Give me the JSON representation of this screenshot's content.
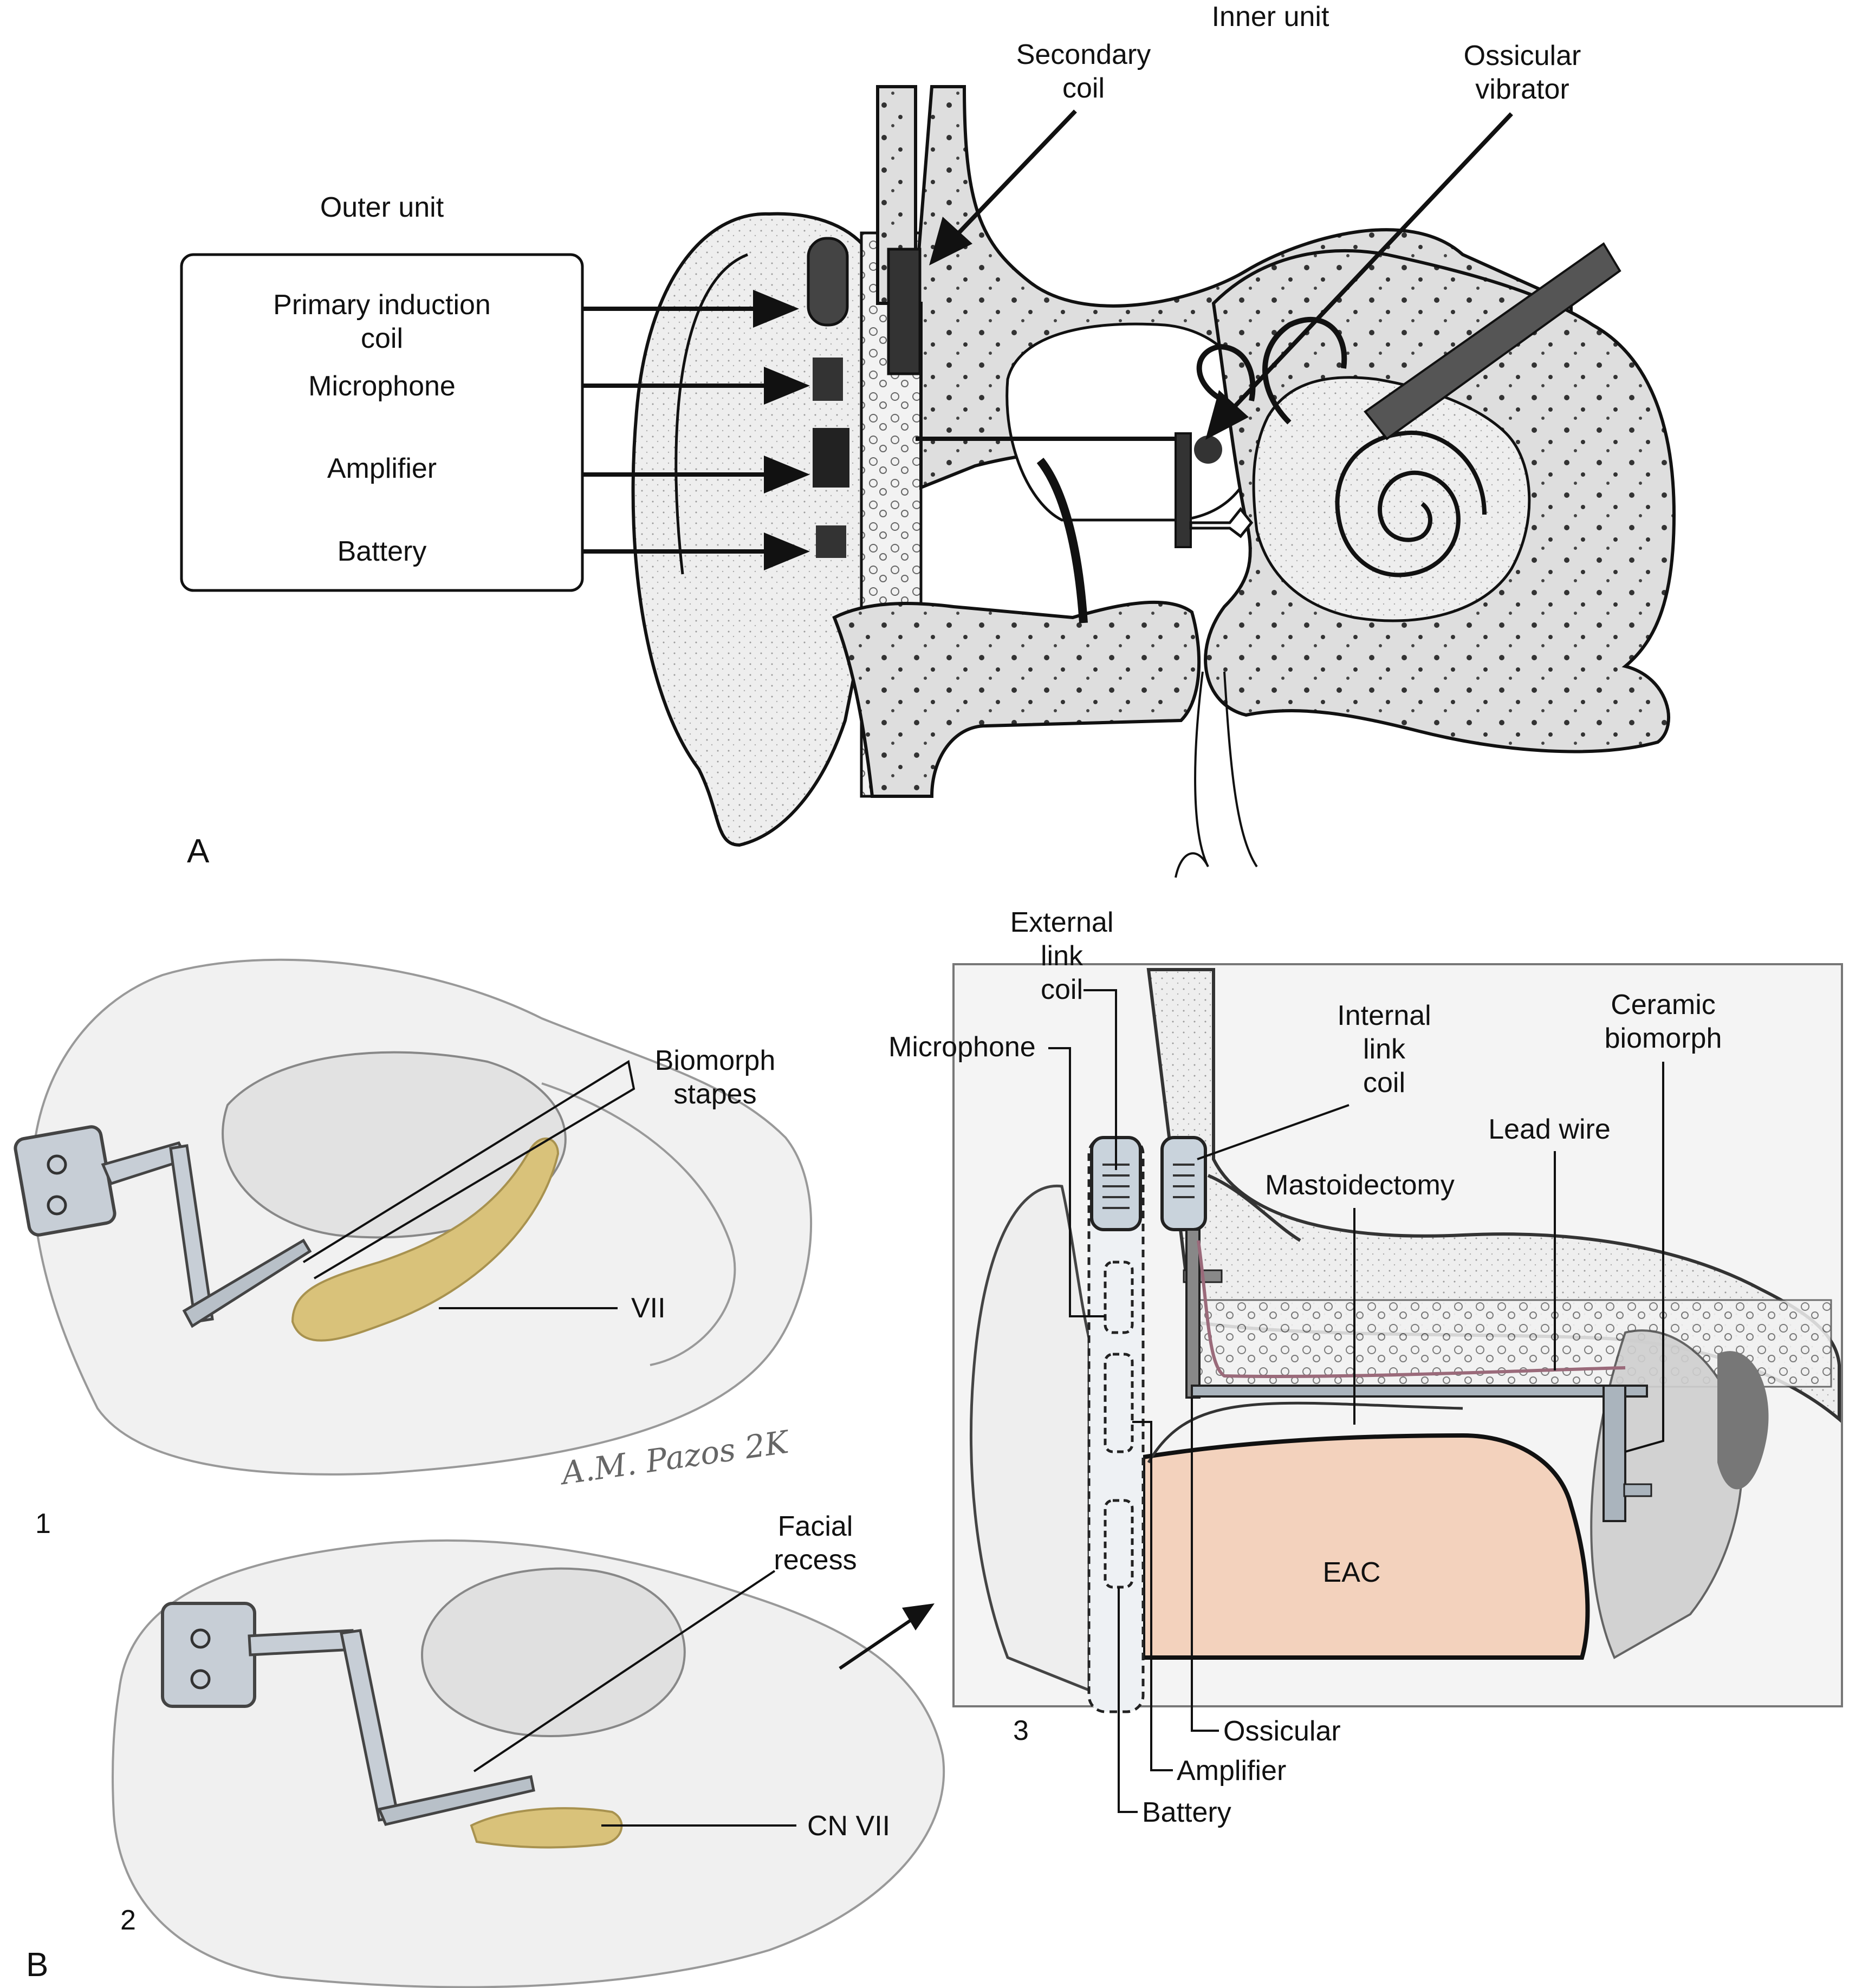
{
  "panel_a": {
    "panel_letter": "A",
    "outer_unit_title": "Outer unit",
    "outer_items": [
      "Primary induction",
      "coil",
      "Microphone",
      "Amplifier",
      "Battery"
    ],
    "inner_unit_title": "Inner unit",
    "secondary_coil": [
      "Secondary",
      "coil"
    ],
    "ossicular_vibrator": [
      "Ossicular",
      "vibrator"
    ]
  },
  "panel_b": {
    "panel_letter": "B",
    "sub1": {
      "number": "1",
      "biomorph_stapes": [
        "Biomorph",
        "stapes"
      ],
      "vii": "VII",
      "signature": "A.M. Pazos 2K"
    },
    "sub2": {
      "number": "2",
      "facial_recess": [
        "Facial",
        "recess"
      ],
      "cn_vii": "CN VII"
    },
    "sub3": {
      "number": "3",
      "external_link_coil": [
        "External",
        "link",
        "coil"
      ],
      "microphone": "Microphone",
      "internal_link_coil": [
        "Internal",
        "link",
        "coil"
      ],
      "ceramic_biomorph": [
        "Ceramic",
        "biomorph"
      ],
      "lead_wire": "Lead wire",
      "mastoidectomy": "Mastoidectomy",
      "eac": "EAC",
      "ossicular": "Ossicular",
      "amplifier": "Amplifier",
      "battery": "Battery"
    }
  },
  "colors": {
    "bone_fill": "#e6e6e6",
    "dark": "#1a1a1a",
    "nerve": "#d9c27a",
    "eac": "#f3d2bd",
    "device": "#c9d3dc"
  }
}
